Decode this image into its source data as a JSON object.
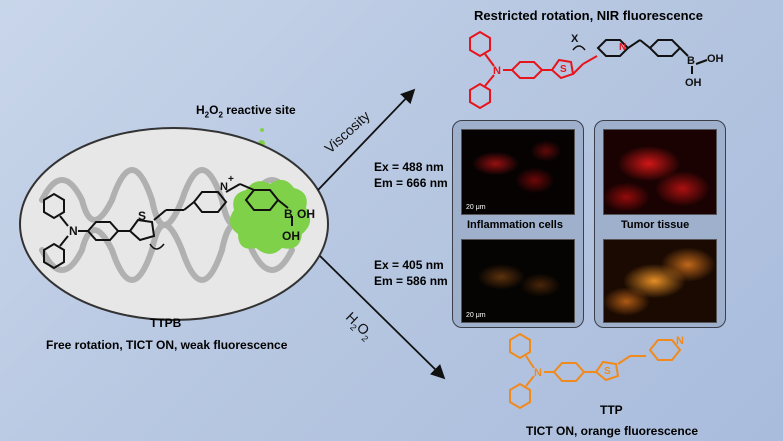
{
  "top_product": {
    "title": "Restricted rotation, NIR fluorescence",
    "x_label": "X",
    "ring_atom": "N",
    "boron": "B",
    "hydroxyl_1": "OH",
    "hydroxyl_2": "OH",
    "thiophene_s": "S"
  },
  "reactive_site": {
    "label_main": "H",
    "label_sub1": "2",
    "label_o": "O",
    "label_sub2": "2",
    "label_rest": " reactive site"
  },
  "probe": {
    "name": "TTPB",
    "caption": "Free rotation, TICT ON, weak fluorescence",
    "n_amine": "N",
    "s_atom": "S",
    "n_pyridinium": "N",
    "plus": "+",
    "boron": "B",
    "oh1": "OH",
    "oh2": "OH"
  },
  "arrows": {
    "viscosity": "Viscosity",
    "h2o2_h": "H",
    "h2o2_2a": "2",
    "h2o2_o": "O",
    "h2o2_2b": "2"
  },
  "imaging": {
    "row1": {
      "ex": "Ex = 488 nm",
      "em": "Em = 666 nm"
    },
    "row2": {
      "ex": "Ex = 405 nm",
      "em": "Em = 586 nm"
    },
    "panel_left_caption": "Inflammation cells",
    "panel_right_caption": "Tumor tissue",
    "scale_bar": "20 μm"
  },
  "bottom_product": {
    "name": "TTP",
    "caption": "TICT ON, orange fluorescence",
    "n_amine": "N",
    "s_atom": "S",
    "n_pyridine": "N"
  },
  "colors": {
    "red": "#e8141c",
    "orange": "#f08a1c",
    "green": "#7fd14a",
    "black": "#111111"
  }
}
